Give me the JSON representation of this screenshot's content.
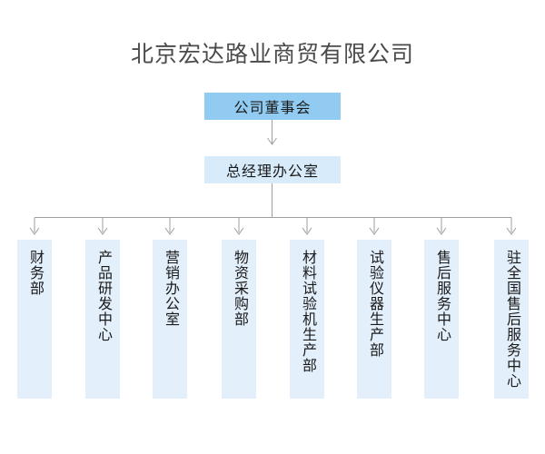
{
  "title": "北京宏达路业商贸有限公司",
  "org_chart": {
    "board": "公司董事会",
    "gm_office": "总经理办公室",
    "departments": [
      "财务部",
      "产品研发中心",
      "营销办公室",
      "物资采购部",
      "材料试验机生产部",
      "试验仪器生产部",
      "售后服务中心",
      "驻全国售后服务中心"
    ]
  },
  "colors": {
    "board_box_bg": "#92cbf2",
    "gm_office_box_bg": "#d7ebfa",
    "department_box_bg": "#e3effb",
    "connector_line": "#9e9e9e",
    "title_text": "#4a4a4a",
    "box_text": "#1a1a1a",
    "background": "#ffffff"
  }
}
